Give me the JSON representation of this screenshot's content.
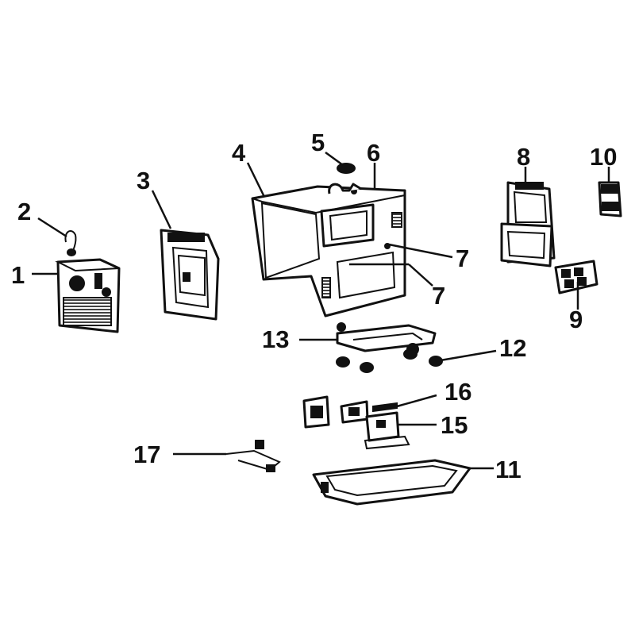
{
  "callouts": [
    {
      "id": "1",
      "text": "1"
    },
    {
      "id": "2",
      "text": "2"
    },
    {
      "id": "3",
      "text": "3"
    },
    {
      "id": "4",
      "text": "4"
    },
    {
      "id": "5",
      "text": "5"
    },
    {
      "id": "6",
      "text": "6"
    },
    {
      "id": "7a",
      "text": "7"
    },
    {
      "id": "7b",
      "text": "7"
    },
    {
      "id": "8",
      "text": "8"
    },
    {
      "id": "9",
      "text": "9"
    },
    {
      "id": "10",
      "text": "10"
    },
    {
      "id": "11",
      "text": "11"
    },
    {
      "id": "12",
      "text": "12"
    },
    {
      "id": "13",
      "text": "13"
    },
    {
      "id": "15",
      "text": "15"
    },
    {
      "id": "16",
      "text": "16"
    },
    {
      "id": "17",
      "text": "17"
    }
  ]
}
